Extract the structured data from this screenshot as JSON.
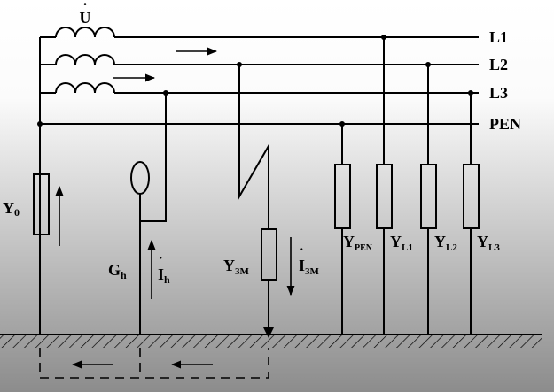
{
  "source": {
    "symbol": "U",
    "dot": "˙"
  },
  "lines": {
    "l1": "L1",
    "l2": "L2",
    "l3": "L3",
    "pen": "PEN"
  },
  "components": {
    "y0": {
      "main": "Y",
      "sub": "0"
    },
    "gh": {
      "main": "G",
      "sub": "h"
    },
    "ih": {
      "main": "I",
      "sub": "h",
      "dot": "˙"
    },
    "y3m": {
      "main": "Y",
      "sub": "3M"
    },
    "i3m": {
      "main": "I",
      "sub": "3M",
      "dot": "˙"
    },
    "ypen": {
      "main": "Y",
      "sub": "PEN"
    },
    "yl1": {
      "main": "Y",
      "sub": "L1"
    },
    "yl2": {
      "main": "Y",
      "sub": "L2"
    },
    "yl3": {
      "main": "Y",
      "sub": "L3"
    }
  },
  "colors": {
    "background_top": "#ffffff",
    "background_bottom": "#8c8c8c",
    "ink": "#000000"
  }
}
